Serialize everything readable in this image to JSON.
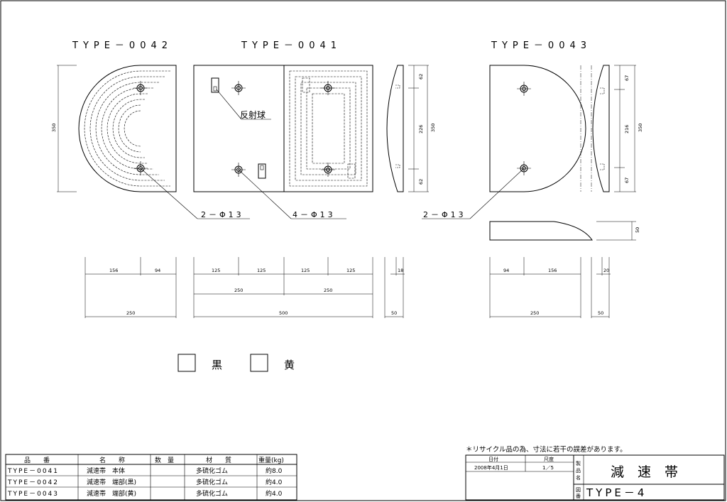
{
  "views": {
    "type_0042": "TYPE－0042",
    "type_0041": "TYPE－0041",
    "type_0043": "TYPE－0043"
  },
  "callouts": {
    "reflector": "反射球",
    "holes_0042": "2－Φ13",
    "holes_0041": "4－Φ13",
    "holes_0043": "2－Φ13"
  },
  "dimensions": {
    "d0042": {
      "height": "350",
      "w1": "156",
      "w2": "94",
      "total": "250"
    },
    "d0041": {
      "q1": "125",
      "q2": "125",
      "q3": "125",
      "q4": "125",
      "h1": "250",
      "h2": "250",
      "total": "500"
    },
    "side_0041": {
      "a": "62",
      "b": "226",
      "c": "62",
      "total": "350",
      "thick": "18",
      "width": "50"
    },
    "d0043": {
      "w1": "94",
      "w2": "156",
      "total": "250"
    },
    "side_0043": {
      "a": "67",
      "b": "216",
      "c": "67",
      "total": "350",
      "thick": "20",
      "width": "50",
      "elev": "50"
    }
  },
  "legend": {
    "black": "黒",
    "yellow": "黄"
  },
  "note": "＊リサイクル品の為、寸法に若干の誤差があります。",
  "parts_table": {
    "headers": [
      "品　　番",
      "名　　称",
      "数　量",
      "材　　質",
      "重量(kg)"
    ],
    "rows": [
      [
        "TYPE－0041",
        "減速帯　本体",
        "",
        "多硫化ゴム",
        "約8.0"
      ],
      [
        "TYPE－0042",
        "減速帯　端部(黒)",
        "",
        "多硫化ゴム",
        "約4.0"
      ],
      [
        "TYPE－0043",
        "減速帯　端部(黄)",
        "",
        "多硫化ゴム",
        "約4.0"
      ]
    ]
  },
  "title_block": {
    "date_label": "日付",
    "scale_label": "尺度",
    "date": "2008年4月1日",
    "scale": "1／5",
    "product_label": [
      "製",
      "品",
      "名"
    ],
    "product_name": "減　速　帯",
    "drawing_label": [
      "図",
      "番"
    ],
    "drawing_number": "TYPE－4"
  }
}
